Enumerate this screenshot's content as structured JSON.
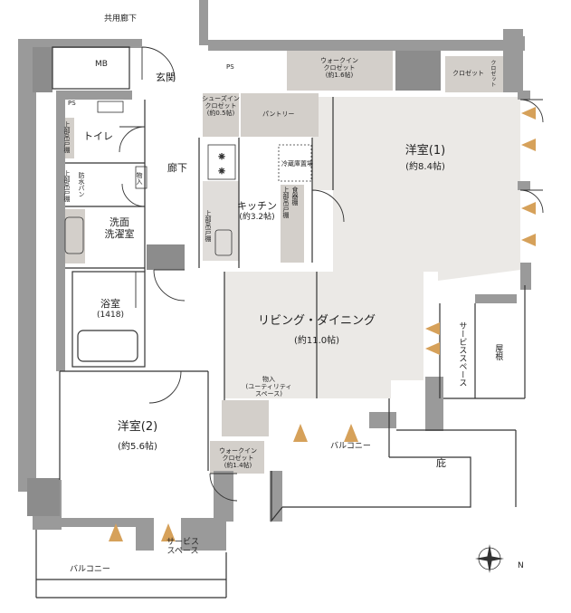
{
  "plan": {
    "common_corridor": "共用廊下",
    "mb": "MB",
    "ps_top": "PS",
    "ps_left": "PS",
    "entrance": "玄関",
    "shoes_in": {
      "name": "シューズイン",
      "name2": "クロゼット",
      "size": "(約0.5帖)"
    },
    "pantry": "パントリー",
    "walkin_top": {
      "name": "ウォークイン",
      "name2": "クロゼット",
      "size": "(約1.6帖)"
    },
    "closet": "クロゼット",
    "closet_short": "クロゼット",
    "toilet": "トイレ",
    "upper_cabinet": "上部吊戸棚",
    "hall": "廊下",
    "storage": "物入",
    "bousui": "防水パン",
    "fridge": "冷蔵庫置場",
    "kitchen": {
      "name": "キッチン",
      "size": "(約3.2帖)"
    },
    "food_shelf": "食器棚",
    "washroom": {
      "name": "洗面",
      "name2": "洗濯室"
    },
    "bathroom": {
      "name": "浴室",
      "size": "(1418)"
    },
    "western1": {
      "name": "洋室(1)",
      "size": "(約8.4帖)"
    },
    "living": {
      "name": "リビング・ダイニング",
      "size": "(約11.0帖)"
    },
    "utility": {
      "name": "物入",
      "sub": "(ユーティリティ",
      "sub2": "スペース)"
    },
    "western2": {
      "name": "洋室(2)",
      "size": "(約5.6帖)"
    },
    "walkin_bottom": {
      "name": "ウォークイン",
      "name2": "クロゼット",
      "size": "(約1.4帖)"
    },
    "service_right": "サービススペース",
    "roof": "屋根",
    "balcony_right": "バルコニー",
    "eaves": "庇",
    "service_bottom": {
      "line1": "サービス",
      "line2": "スペース"
    },
    "balcony_bottom": "バルコニー",
    "compass_n": "N"
  },
  "colors": {
    "wall": "#9a9a9a",
    "wall_dark": "#8c8c8c",
    "room_gray": "#ebe9e6",
    "closet_fill": "#d3cfca",
    "window": "#d6a15a",
    "line": "#333333"
  }
}
